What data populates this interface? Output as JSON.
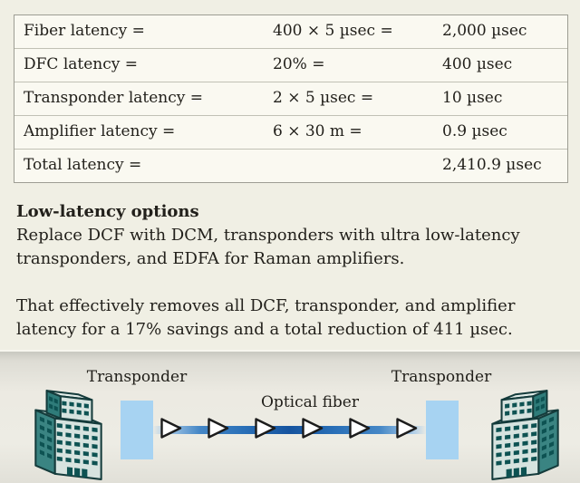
{
  "table": {
    "rows": [
      {
        "label": "Fiber latency =",
        "calc": "400 × 5 µsec =",
        "value": "2,000 µsec"
      },
      {
        "label": "DFC latency =",
        "calc": "20% =",
        "value": "400 µsec"
      },
      {
        "label": "Transponder latency =",
        "calc": "2 × 5 µsec =",
        "value": "10 µsec"
      },
      {
        "label": "Amplifier latency =",
        "calc": "6 × 30 m =",
        "value": "0.9 µsec"
      },
      {
        "label": "Total latency =",
        "calc": "",
        "value": "2,410.9 µsec"
      }
    ]
  },
  "notes": {
    "heading": "Low-latency options",
    "paragraph1_lines": [
      "Replace DCF with DCM, transponders with ultra low-latency",
      "transponders, and EDFA for Raman amplifiers."
    ],
    "paragraph2_lines": [
      "That effectively removes all DCF, transponder, and amplifier",
      "latency for a 17% savings and a total reduction of 411 µsec."
    ]
  },
  "diagram": {
    "transponder_label_left": "Transponder",
    "transponder_label_right": "Transponder",
    "optical_fiber_label": "Optical fiber",
    "amplifier_count": 6,
    "building_count": 2
  },
  "colors": {
    "page_bg": "#f0efe4",
    "table_row_bg": "#faf9f1",
    "table_border": "#9d9d93",
    "row_divider": "#c1c1b5",
    "text": "#22201b",
    "diagram_bg": "#eceae2",
    "diagram_bg_top": "#c8c8c0",
    "transponder_fill": "#a7d3f2",
    "fiber_blue_mid": "#2a70b8",
    "fiber_blue_dark": "#16549f",
    "building_side_teal": "#3a8482",
    "building_face": "#d6e3df",
    "window_teal": "#0d5252",
    "amplifier_fill": "#ffffff"
  }
}
